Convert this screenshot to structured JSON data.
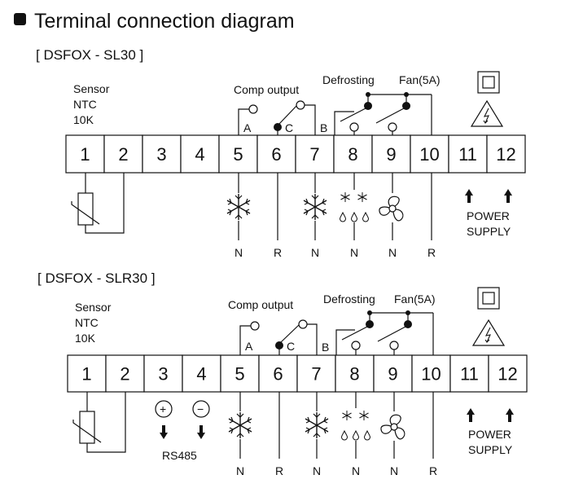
{
  "title": "Terminal connection diagram",
  "diagrams": [
    {
      "model": "[ DSFOX - SL30 ]",
      "sensor": [
        "Sensor",
        "NTC",
        "10K"
      ],
      "comp_output": "Comp output",
      "defrosting": "Defrosting",
      "fan": "Fan(5A)",
      "contact_labels": [
        "A",
        "C",
        "B"
      ],
      "terminals": [
        "1",
        "2",
        "3",
        "4",
        "5",
        "6",
        "7",
        "8",
        "9",
        "10",
        "11",
        "12"
      ],
      "bottom_labels": [
        "N",
        "R",
        "N",
        "N",
        "N",
        "R"
      ],
      "power_supply": [
        "POWER",
        "SUPPLY"
      ]
    },
    {
      "model": "[ DSFOX - SLR30 ]",
      "sensor": [
        "Sensor",
        "NTC",
        "10K"
      ],
      "comp_output": "Comp output",
      "defrosting": "Defrosting",
      "fan": "Fan(5A)",
      "contact_labels": [
        "A",
        "C",
        "B"
      ],
      "terminals": [
        "1",
        "2",
        "3",
        "4",
        "5",
        "6",
        "7",
        "8",
        "9",
        "10",
        "11",
        "12"
      ],
      "bottom_labels": [
        "N",
        "R",
        "N",
        "N",
        "N",
        "R"
      ],
      "power_supply": [
        "POWER",
        "SUPPLY"
      ],
      "rs485": "RS485",
      "rs485_signs": [
        "+",
        "−"
      ]
    }
  ]
}
